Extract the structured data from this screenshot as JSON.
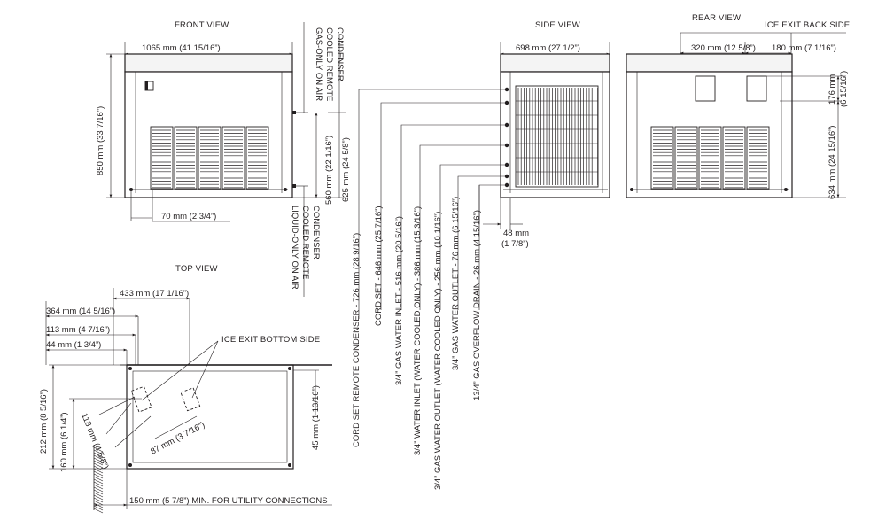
{
  "views": {
    "front": "FRONT VIEW",
    "side": "SIDE VIEW",
    "rear": "REAR VIEW",
    "top": "TOP VIEW",
    "ice_exit_back": "ICE EXIT BACK SIDE",
    "ice_exit_bottom": "ICE EXIT BOTTOM SIDE"
  },
  "front": {
    "width": "1065 mm (41 15/16”)",
    "height": "850 mm (33 7/16”)",
    "foot": "70 mm (2 3/4”)",
    "dim_560": "560 mm (22 1/16”)",
    "dim_625": "625 mm (24 5/8”)",
    "gas_note": [
      "GAS-ONLY ON AIR",
      "COOLED REMOTE",
      "CONDENSER"
    ],
    "liquid_note": [
      "LIQUID-ONLY ON AIR",
      "COOLED REMOTE",
      "CONDENSER"
    ]
  },
  "side": {
    "depth": "698 mm (27 1/2”)",
    "offset": [
      "48 mm",
      "(1 7/8”)"
    ],
    "connections": [
      "CORD SET REMOTE CONDENSER - 726 mm (28 9/16”)",
      "CORD SET - 646 mm (25 7/16”)",
      "3/4” GAS WATER INLET - 516 mm (20 5/16”)",
      "3/4” WATER INLET (WATER COOLED ONLY) - 386 mm (15 3/16”)",
      "3/4” GAS WATER OUTLET (WATER COOLED ONLY) - 256 mm (10 1/16”)",
      "3/4” GAS WATER OUTLET - 76 mm (6 15/16”)",
      "13/4” GAS OVERFLOW DRAIN - 26 mm (4 15/16”)"
    ]
  },
  "rear": {
    "dim_320": "320 mm (12 5/8”)",
    "dim_180": "180 mm (7 1/16”)",
    "dim_176": [
      "176 mm",
      "(6 15/16”)"
    ],
    "dim_634": "634 mm (24 15/16”)"
  },
  "top": {
    "dim_433": "433 mm (17 1/16”)",
    "dim_364": "364 mm (14 5/16”)",
    "dim_113": "113 mm (4 7/16”)",
    "dim_44": "44 mm (1 3/4”)",
    "dim_212": "212 mm (8 5/16”)",
    "dim_160": "160 mm (6 1/4”)",
    "dim_118": "118 mm (4 5/8”)",
    "dim_87": "87 mm (3 7/16”)",
    "dim_45": "45 mm (1 13/16”)",
    "utility": "150 mm (5 7/8”) MIN. FOR UTILITY CONNECTIONS"
  }
}
